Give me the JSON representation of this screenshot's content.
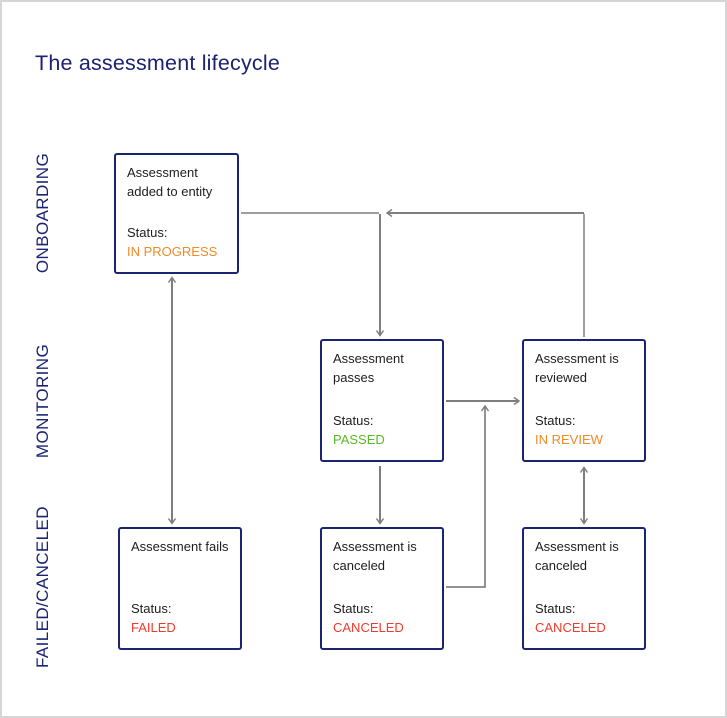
{
  "title": "The assessment lifecycle",
  "rows": {
    "onboarding": "ONBOARDING",
    "monitoring": "MONITORING",
    "failed_canceled": "FAILED/CANCELED"
  },
  "boxes": {
    "added": {
      "title": "Assessment added to entity",
      "status_label": "Status:",
      "status": "IN PROGRESS",
      "status_color": "#ef8b23"
    },
    "passes": {
      "title": "Assessment passes",
      "status_label": "Status:",
      "status": "PASSED",
      "status_color": "#5bb927"
    },
    "reviewed": {
      "title": "Assessment is reviewed",
      "status_label": "Status:",
      "status": "IN REVIEW",
      "status_color": "#ef8b23"
    },
    "fails": {
      "title": "Assessment fails",
      "status_label": "Status:",
      "status": "FAILED",
      "status_color": "#f2392c"
    },
    "canceled_mid": {
      "title": "Assessment is canceled",
      "status_label": "Status:",
      "status": "CANCELED",
      "status_color": "#f2392c"
    },
    "canceled_right": {
      "title": "Assessment is canceled",
      "status_label": "Status:",
      "status": "CANCELED",
      "status_color": "#f2392c"
    }
  },
  "colors": {
    "navy": "#1b2472",
    "line_gray": "#7e7e7e",
    "line_thin": "#3c3c3c",
    "orange": "#ef8b23",
    "green": "#5bb927",
    "red": "#f2392c",
    "frame_border": "#d6d6d6"
  }
}
